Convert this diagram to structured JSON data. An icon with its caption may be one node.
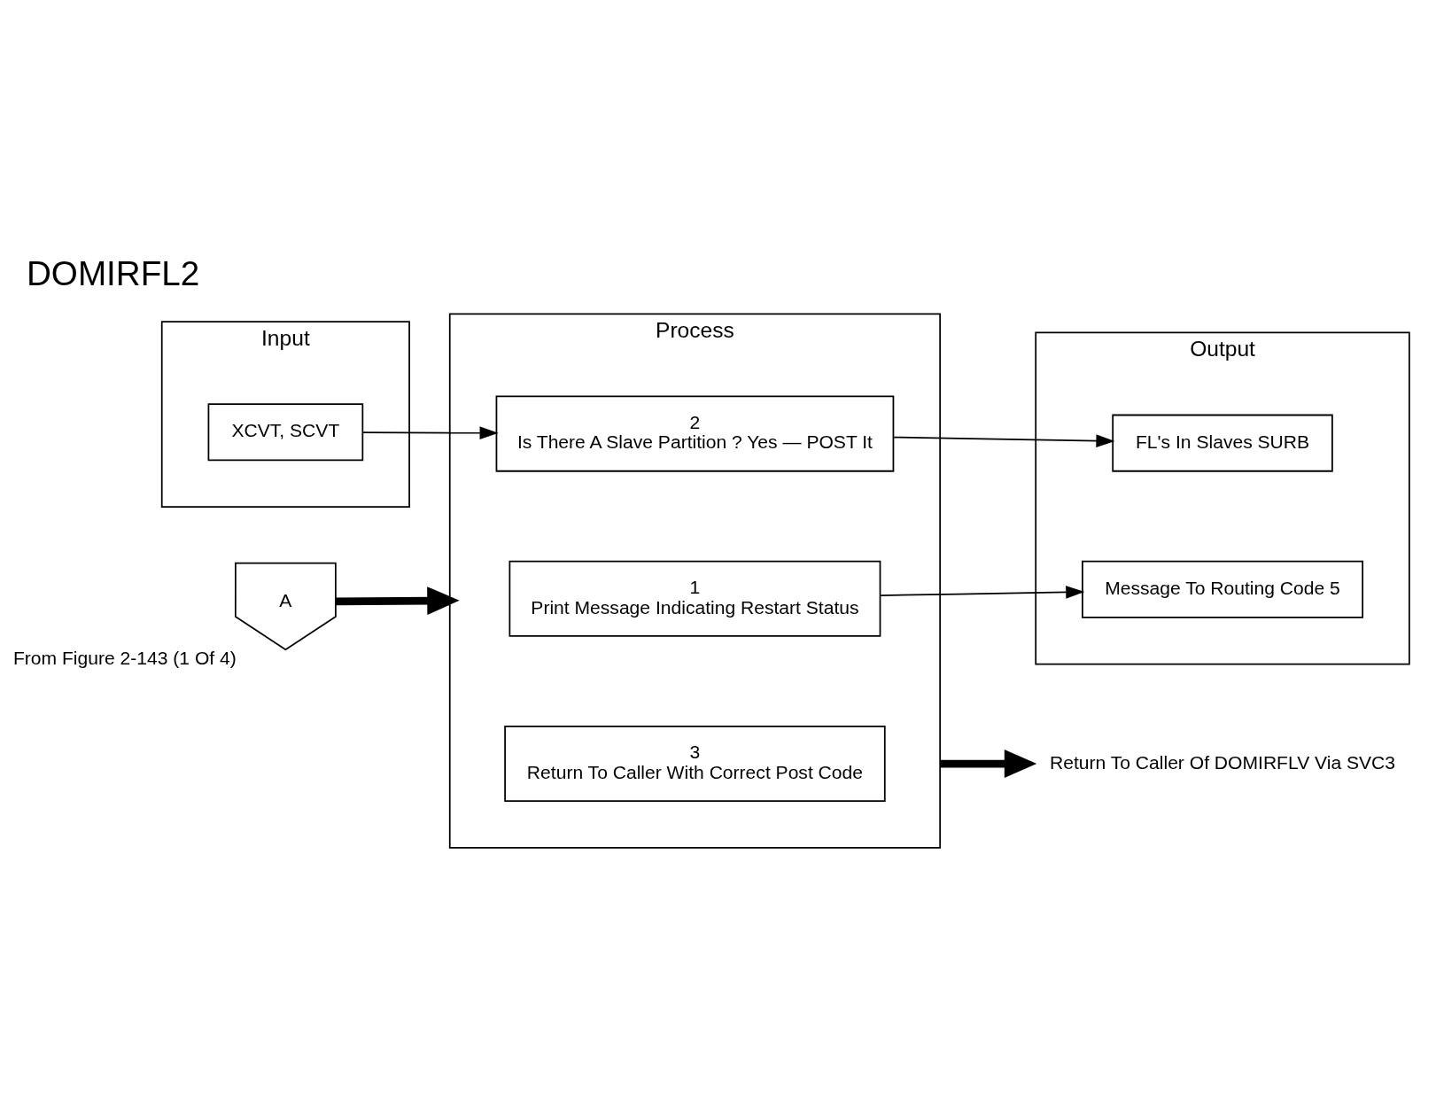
{
  "diagram": {
    "title": "DOMIRFL2",
    "nodes": [
      {
        "text": [
          "Input"
        ]
      },
      {
        "text": [
          "XCVT, SCVT"
        ],
        "in": 0
      },
      {
        "text": [
          "Process"
        ]
      },
      {
        "text": [
          "A"
        ],
        "beside": [
          "From Figure 2-143 (1 Of 4)"
        ]
      },
      {
        "text": [
          "1",
          "Print Message Indicating Restart Status"
        ],
        "in": 2
      },
      {
        "text": [
          "2",
          "Is There A Slave Partition ? Yes — POST It"
        ],
        "in": 2
      },
      {
        "text": [
          "3",
          "Return To Caller With Correct Post Code"
        ],
        "in": 2
      },
      {
        "text": [
          "Output"
        ]
      },
      {
        "text": [
          "Message To Routing Code 5"
        ],
        "in": 7
      },
      {
        "text": [
          "FL's In Slaves SURB"
        ],
        "in": 7
      },
      {
        "text": [
          "Return To Caller Of DOMIRFLV Via SVC3"
        ]
      }
    ],
    "edges": [
      {
        "from": 3,
        "to": 2,
        "arrow": "to",
        "style": "thick"
      },
      {
        "from": 1,
        "to": 5,
        "arrow": "to"
      },
      {
        "from": 4,
        "to": 8,
        "arrow": "to"
      },
      {
        "from": 5,
        "to": 9,
        "arrow": "to"
      },
      {
        "from": 2,
        "to": 10,
        "arrow": "to",
        "style": "thick"
      }
    ]
  }
}
